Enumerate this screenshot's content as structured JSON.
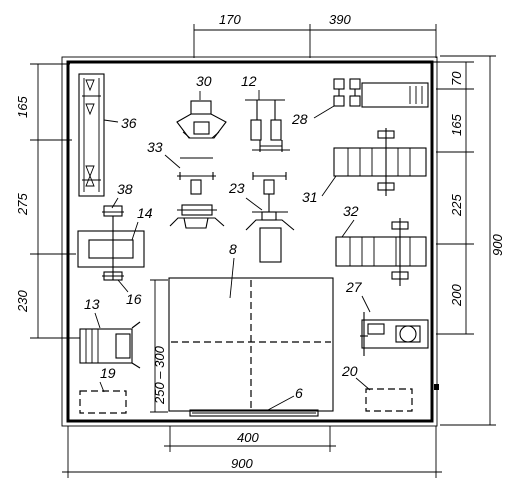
{
  "dimensions": {
    "top_left": "170",
    "top_right": "390",
    "bottom_inner": "400",
    "bottom_total": "900",
    "right_total": "900",
    "right_1": "70",
    "right_2": "165",
    "right_3": "225",
    "right_4": "200",
    "left_1": "165",
    "left_2": "275",
    "left_3": "230",
    "mat_side": "250 – 300"
  },
  "labels": {
    "item_6": "6",
    "item_8": "8",
    "item_12": "12",
    "item_13": "13",
    "item_14": "14",
    "item_16": "16",
    "item_19": "19",
    "item_20": "20",
    "item_23": "23",
    "item_27": "27",
    "item_28": "28",
    "item_30": "30",
    "item_31": "31",
    "item_32": "32",
    "item_33": "33",
    "item_36": "36",
    "item_38": "38"
  }
}
